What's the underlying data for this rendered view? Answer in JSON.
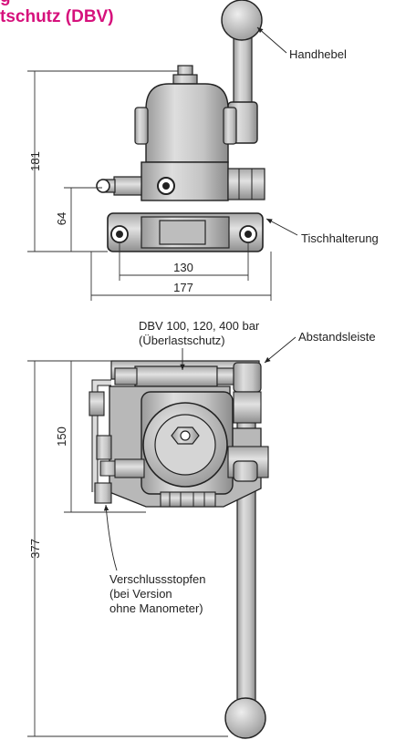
{
  "title": {
    "line1": "g",
    "line2": "tschutz (DBV)"
  },
  "colors": {
    "accent": "#d6117c",
    "metal_fill": "#c8c8c8",
    "metal_dark": "#777777",
    "line": "#222222"
  },
  "side_view": {
    "labels": {
      "handle": "Handhebel",
      "table_mount": "Tischhalterung"
    },
    "dimensions": {
      "total_height": "181",
      "mount_height": "64",
      "hole_spacing": "130",
      "base_width": "177"
    }
  },
  "top_view": {
    "labels": {
      "relief_valve_line1": "DBV 100, 120, 400 bar",
      "relief_valve_line2": "(Überlastschutz)",
      "spacer_bar": "Abstandsleiste",
      "plug_line1": "Verschlussstopfen",
      "plug_line2": "(bei Version",
      "plug_line3": "ohne Manometer)"
    },
    "dimensions": {
      "total_length": "377",
      "body_height": "150"
    }
  }
}
